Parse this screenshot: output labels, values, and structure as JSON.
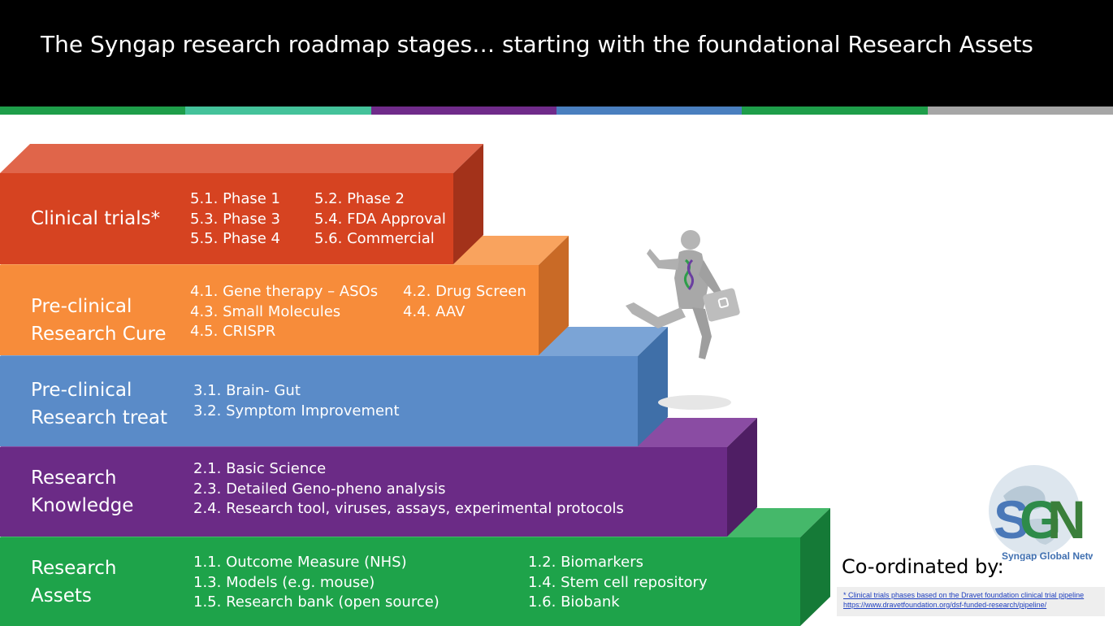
{
  "header": {
    "title": "The Syngap research roadmap stages… starting with the foundational Research Assets"
  },
  "stripe_colors": [
    "#1e9e4a",
    "#44c29a",
    "#702b8a",
    "#4a7fbf",
    "#1e9e4a",
    "#a6a6a6"
  ],
  "steps": [
    {
      "id": "clinical-trials",
      "title_lines": [
        "Clinical trials*"
      ],
      "color_front": "#d64321",
      "color_top": "#e0654a",
      "color_side": "#a3321a",
      "items": [
        "5.1. Phase 1",
        "5.2. Phase 2",
        "5.3. Phase 3",
        "5.4. FDA Approval",
        "5.5. Phase 4",
        "5.6. Commercial"
      ]
    },
    {
      "id": "preclinical-cure",
      "title_lines": [
        "Pre-clinical",
        "Research Cure"
      ],
      "color_front": "#f78c3a",
      "color_top": "#f9a35e",
      "color_side": "#c96a26",
      "items": [
        "4.1. Gene therapy – ASOs",
        "4.2. Drug Screen",
        "4.3. Small Molecules",
        "4.4. AAV",
        "4.5. CRISPR"
      ]
    },
    {
      "id": "preclinical-treat",
      "title_lines": [
        "Pre-clinical",
        "Research treat"
      ],
      "color_front": "#5a8bc8",
      "color_top": "#7ba4d6",
      "color_side": "#3f6fa8",
      "items": [
        "3.1. Brain- Gut",
        "3.2. Symptom Improvement"
      ]
    },
    {
      "id": "research-knowledge",
      "title_lines": [
        "Research",
        "Knowledge"
      ],
      "color_front": "#6b2b86",
      "color_top": "#8a4ca3",
      "color_side": "#4f1e64",
      "items": [
        "2.1. Basic Science",
        "2.3. Detailed Geno-pheno analysis",
        "2.4. Research tool, viruses, assays, experimental protocols"
      ]
    },
    {
      "id": "research-assets",
      "title_lines": [
        "Research",
        "Assets"
      ],
      "color_front": "#1ea34a",
      "color_top": "#45b86a",
      "color_side": "#157a37",
      "items": [
        "1.1. Outcome Measure (NHS)",
        "1.2. Biomarkers",
        "1.3. Models (e.g. mouse)",
        "1.4. Stem cell repository",
        "1.5. Research bank (open source)",
        "1.6. Biobank"
      ]
    }
  ],
  "coordinator": {
    "label": "Co-ordinated by:"
  },
  "logo": {
    "letters": "SGN",
    "ring_text": "Syngap Global Network"
  },
  "footnote": {
    "line1": "* Clinical trials phases based on the Dravet foundation clinical trial pipeline",
    "line2": "https://www.dravetfoundation.org/dsf-funded-research/pipeline/"
  }
}
